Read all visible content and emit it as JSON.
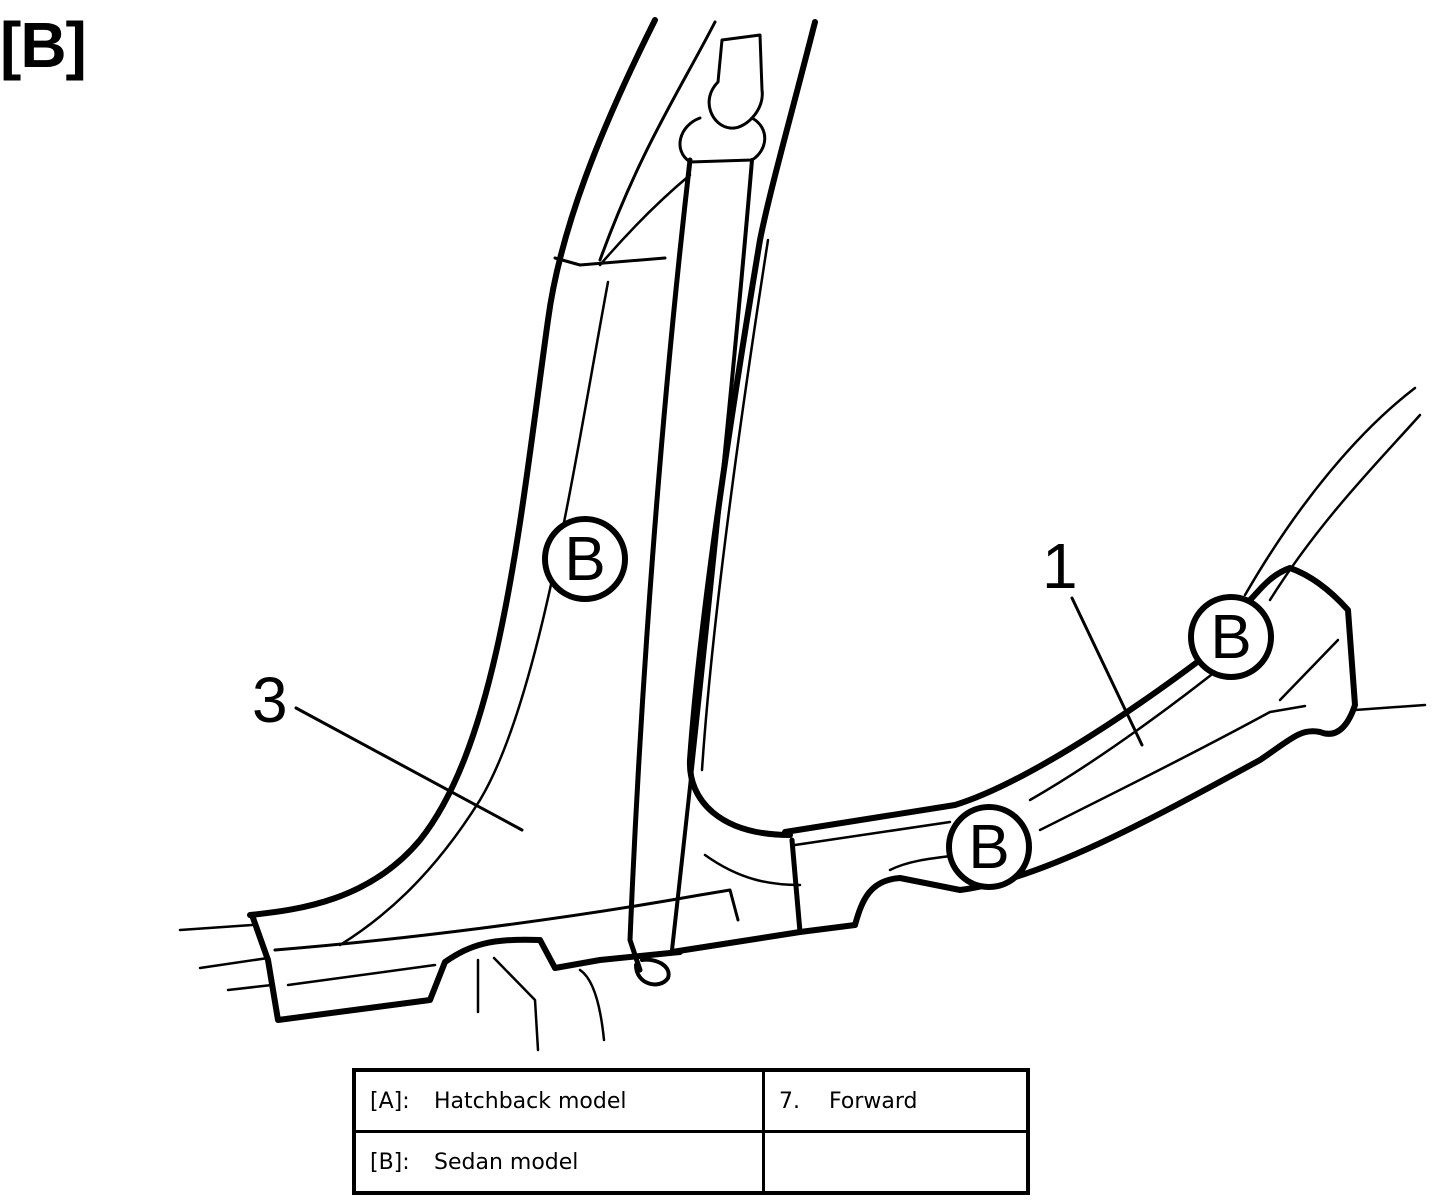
{
  "figure": {
    "view_label": "[B]",
    "callouts": [
      "1",
      "3"
    ],
    "marker_label": "B"
  },
  "legend": {
    "rows": [
      {
        "left_code": "[A]:",
        "left_text": "Hatchback model",
        "right_code": "7.",
        "right_text": "Forward"
      },
      {
        "left_code": "[B]:",
        "left_text": "Sedan model",
        "right_code": "",
        "right_text": ""
      }
    ]
  }
}
